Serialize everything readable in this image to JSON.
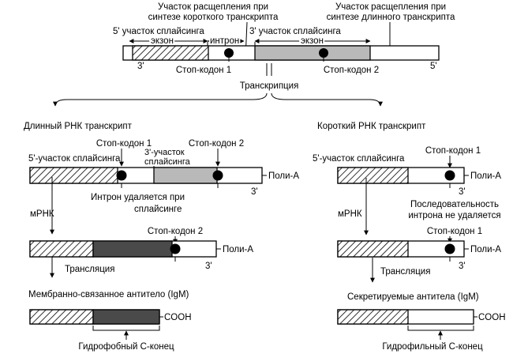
{
  "top": {
    "cleave_short_l1": "Участок расщепления при",
    "cleave_short_l2": "синтезе короткого транскрипта",
    "cleave_long_l1": "Участок расщепления при",
    "cleave_long_l2": "синтезе длинного транскрипта",
    "splice5": "5' участок сплайсинга",
    "splice3": "3' участок сплайсинга",
    "exon1": "экзон",
    "intron": "интрон",
    "exon2": "экзон",
    "end3": "3'",
    "end5": "5'",
    "stop1": "Стоп-кодон 1",
    "stop2": "Стоп-кодон 2",
    "transcription": "Транскрипция"
  },
  "left": {
    "title": "Длинный РНК транскрипт",
    "stop1": "Стоп-кодон 1",
    "stop2": "Стоп-кодон 2",
    "splice5": "5'-участок сплайсинга",
    "splice3_l1": "3'-участок",
    "splice3_l2": "сплайсинга",
    "polyA1": "Поли-А",
    "end3_1": "3'",
    "intron_note_l1": "Интрон удаляется при",
    "intron_note_l2": "сплайсинге",
    "mrna": "мРНК",
    "stop2_b": "Стоп-кодон 2",
    "polyA2": "Поли-А",
    "end3_2": "3'",
    "translation": "Трансляция",
    "product": "Мембранно-связанное антитело  (IgM)",
    "cooh": "COOH",
    "terminus": "Гидрофобный С-конец"
  },
  "right": {
    "title": "Короткий РНК транскрипт",
    "stop1": "Стоп-кодон 1",
    "splice5": "5'-участок сплайсинга",
    "polyA1": "Поли-А",
    "end3_1": "3'",
    "intron_note_l1": "Последовательность",
    "intron_note_l2": "интрона не удаляется",
    "mrna": "мРНК",
    "stop1_b": "Стоп-кодон 1",
    "polyA2": "Поли-А",
    "end3_2": "3'",
    "translation": "Трансляция",
    "product": "Секретируемые антитела  (IgM)",
    "cooh": "COOH",
    "terminus": "Гидрофильный С-конец"
  }
}
